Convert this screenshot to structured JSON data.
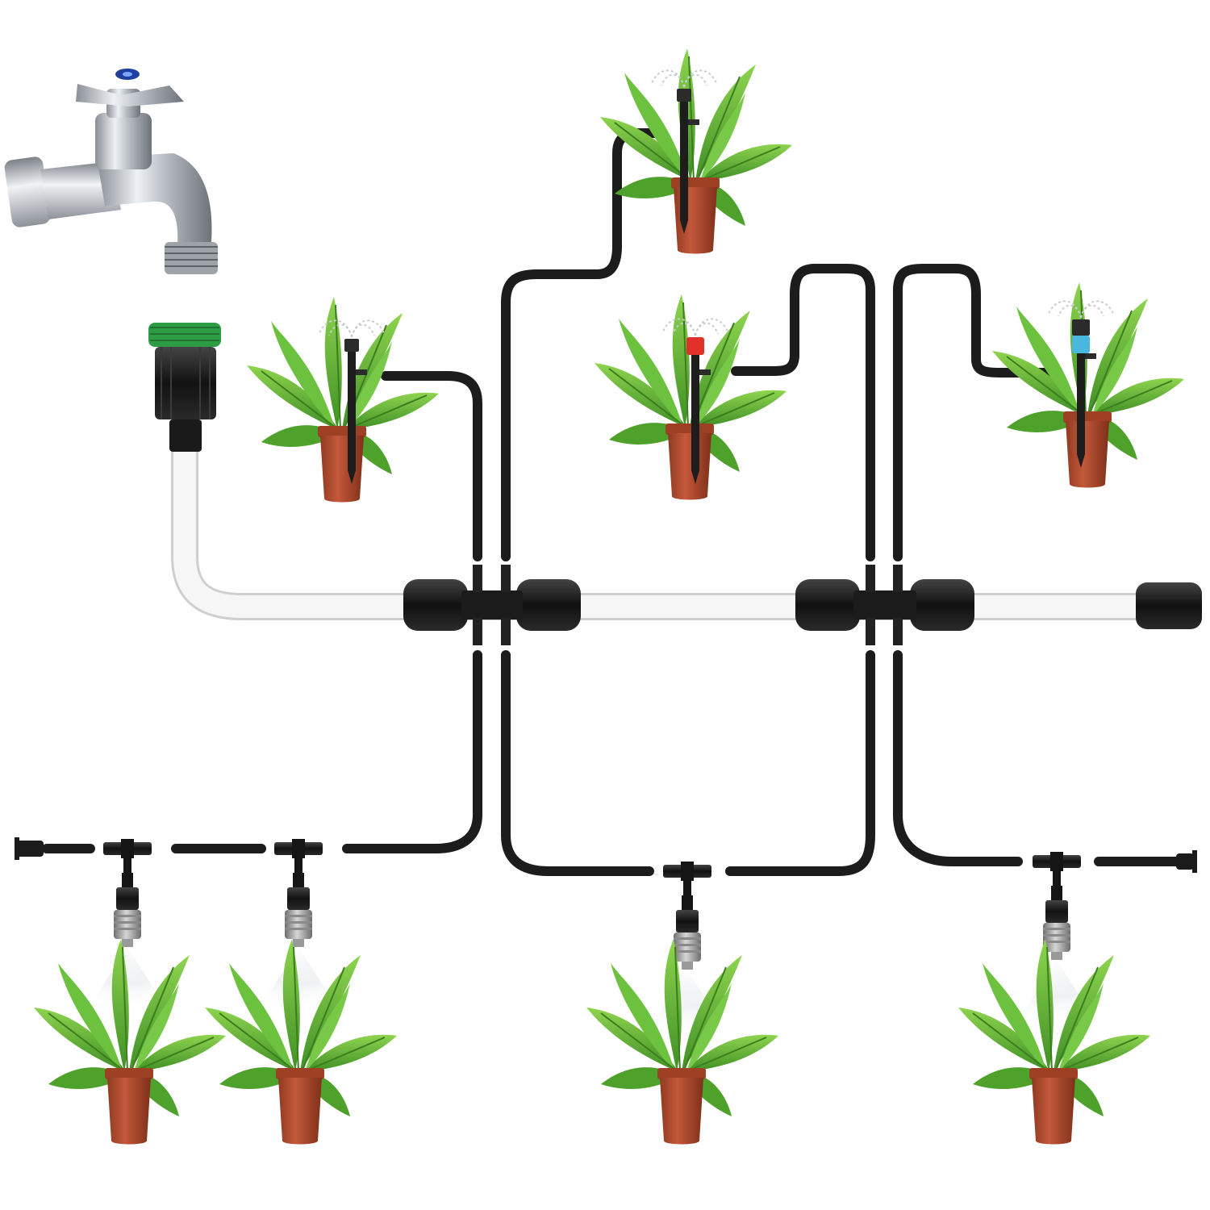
{
  "diagram": {
    "kind": "drip irrigation system illustration",
    "components": {
      "faucet": {
        "icon": "faucet-icon"
      },
      "tap_adapter": {
        "icon": "tap-adapter-icon",
        "ring_color": "#2e9c45"
      },
      "main_hose": {
        "color": "#f2f2f2"
      },
      "distribution_tubing": {
        "color": "#1c1c1c"
      },
      "four_way_connectors": {
        "count": 2,
        "icon": "four-way-connector-icon"
      },
      "end_cap": {
        "icon": "end-cap-icon"
      },
      "sprinklers": [
        {
          "icon": "sprinkler-icon",
          "cap_color": "#222222"
        },
        {
          "icon": "sprinkler-icon",
          "cap_color": "#222222"
        },
        {
          "icon": "sprinkler-icon",
          "cap_color": "#e0322b"
        },
        {
          "icon": "sprinkler-icon",
          "cap_color": "#49b7e0"
        }
      ],
      "mist_nozzles": {
        "count": 4,
        "icon": "mist-nozzle-icon"
      },
      "plants": {
        "count": 8,
        "icon": "potted-plant-icon",
        "pot_color": "#b2492c",
        "leaf_color": "#5fb33a"
      }
    }
  }
}
